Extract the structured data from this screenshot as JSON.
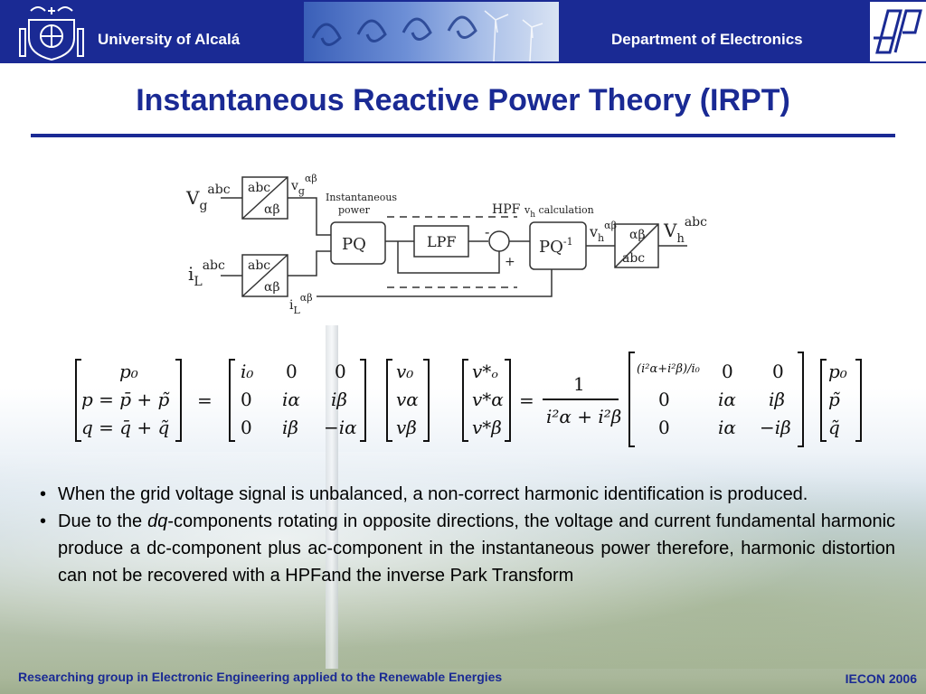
{
  "header": {
    "university": "University of Alcalá",
    "department": "Department of Electronics"
  },
  "slide": {
    "title": "Instantaneous Reactive Power Theory (IRPT)"
  },
  "diagram": {
    "vg": "V",
    "vg_sup": "abc",
    "vg_sub": "g",
    "il": "i",
    "il_sup": "abc",
    "il_sub": "L",
    "transform_top": "abc",
    "transform_bottom": "αβ",
    "vg_ab": "v",
    "vg_ab_sup": "αβ",
    "vg_ab_sub": "g",
    "il_ab": "i",
    "il_ab_sup": "αβ",
    "il_ab_sub": "L",
    "inst_power_1": "Instantaneous",
    "inst_power_2": "power",
    "pq": "PQ",
    "lpf": "LPF",
    "hpf": "HPF",
    "vh_calc": "v",
    "vh_calc_sub": "h",
    "vh_calc_rest": " calculation",
    "pq_inv": "PQ",
    "pq_inv_sup": "-1",
    "minus": "-",
    "plus": "+",
    "vh_ab": "v",
    "vh_ab_sub": "h",
    "vh_ab_sup": "αβ",
    "out_top": "αβ",
    "out_bottom": "abc",
    "vh": "V",
    "vh_sub": "h",
    "vh_sup": "abc"
  },
  "equations": {
    "lhs1": [
      "p₀",
      "p = p̄ + p̃",
      "q = q̄ + q̃"
    ],
    "m1": [
      [
        "i₀",
        "0",
        "0"
      ],
      [
        "0",
        "iα",
        "iβ"
      ],
      [
        "0",
        "iβ",
        "−iα"
      ]
    ],
    "v1": [
      "v₀",
      "vα",
      "vβ"
    ],
    "lhs2": [
      "v*ₒ",
      "v*α",
      "v*β"
    ],
    "frac_num": "1",
    "frac_den": "i²α + i²β",
    "m2_top": "(i²α+i²β)/i₀",
    "m2": [
      [
        "",
        "0",
        "0"
      ],
      [
        "0",
        "iα",
        "iβ"
      ],
      [
        "0",
        "iα",
        "−iβ"
      ]
    ],
    "v2": [
      "p₀",
      "p̃",
      "q̃"
    ],
    "eq": "="
  },
  "bullets": {
    "b1": "When the grid voltage signal is unbalanced, a non-correct harmonic identification is produced.",
    "b2_pre": "Due to the ",
    "b2_em": "dq",
    "b2_post": "-components rotating in opposite directions, the voltage and current fundamental harmonic produce a dc-component plus ac-component in the instantaneous power therefore, harmonic distortion can not be recovered with a HPFand the inverse Park Transform"
  },
  "footer": {
    "left": "Researching group in Electronic Engineering applied to the Renewable Energies",
    "right": "IECON 2006"
  },
  "colors": {
    "brand_blue": "#1a2a94",
    "header_band": "#6d8fd6"
  },
  "icons": {
    "left_logo": "university-crest-icon",
    "right_logo": "department-logo-icon"
  }
}
